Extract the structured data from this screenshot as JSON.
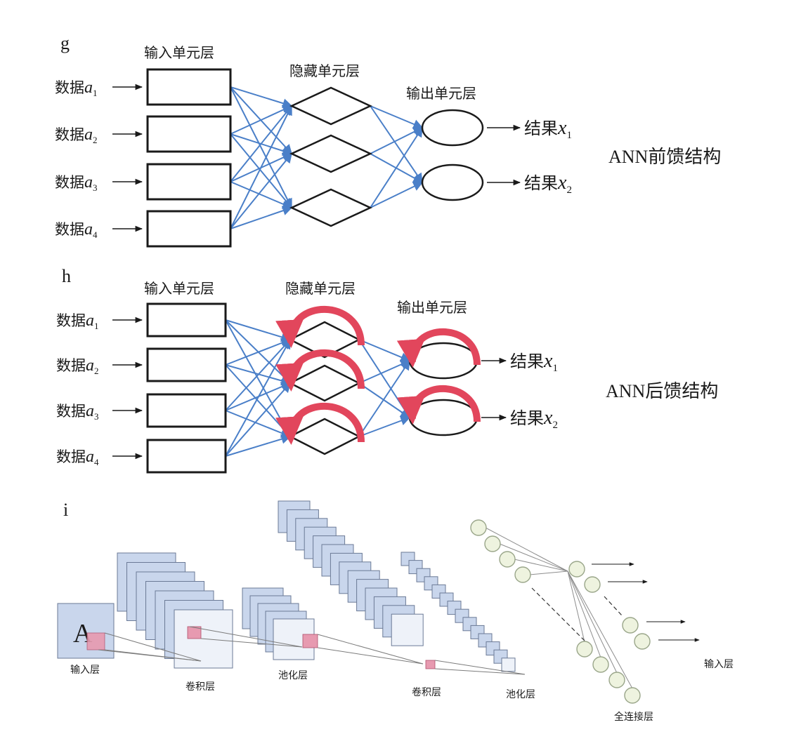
{
  "colors": {
    "line_blue": "#4a7fc8",
    "feedback_red": "#e2465c",
    "map_fill": "#c9d6ec",
    "map_fill_light": "#e6ecf6",
    "map_stroke": "#6b7a96",
    "kernel_pink": "#e79ab0",
    "fc_node_fill": "#eef3df",
    "fc_node_stroke": "#9aa68a",
    "fc_line": "#8d8d8d"
  },
  "panel_g": {
    "panel_label": "g",
    "input_layer_label": "输入单元层",
    "hidden_layer_label": "隐藏单元层",
    "output_layer_label": "输出单元层",
    "inputs": [
      {
        "prefix": "数据",
        "var": "a",
        "sub": "1"
      },
      {
        "prefix": "数据",
        "var": "a",
        "sub": "2"
      },
      {
        "prefix": "数据",
        "var": "a",
        "sub": "3"
      },
      {
        "prefix": "数据",
        "var": "a",
        "sub": "4"
      }
    ],
    "outputs": [
      {
        "prefix": "结果",
        "var": "x",
        "sub": "1"
      },
      {
        "prefix": "结果",
        "var": "x",
        "sub": "2"
      }
    ],
    "caption": "ANN前馈结构"
  },
  "panel_h": {
    "panel_label": "h",
    "input_layer_label": "输入单元层",
    "hidden_layer_label": "隐藏单元层",
    "output_layer_label": "输出单元层",
    "inputs": [
      {
        "prefix": "数据",
        "var": "a",
        "sub": "1"
      },
      {
        "prefix": "数据",
        "var": "a",
        "sub": "2"
      },
      {
        "prefix": "数据",
        "var": "a",
        "sub": "3"
      },
      {
        "prefix": "数据",
        "var": "a",
        "sub": "4"
      }
    ],
    "outputs": [
      {
        "prefix": "结果",
        "var": "x",
        "sub": "1"
      },
      {
        "prefix": "结果",
        "var": "x",
        "sub": "2"
      }
    ],
    "caption": "ANN后馈结构"
  },
  "panel_i": {
    "panel_label": "i",
    "input_image_letter": "A",
    "input_layer_label": "输入层",
    "conv1_label": "卷积层",
    "pool1_label": "池化层",
    "conv2_label": "卷积层",
    "pool2_label": "池化层",
    "fc_label": "全连接层",
    "right_label": "输入层"
  }
}
